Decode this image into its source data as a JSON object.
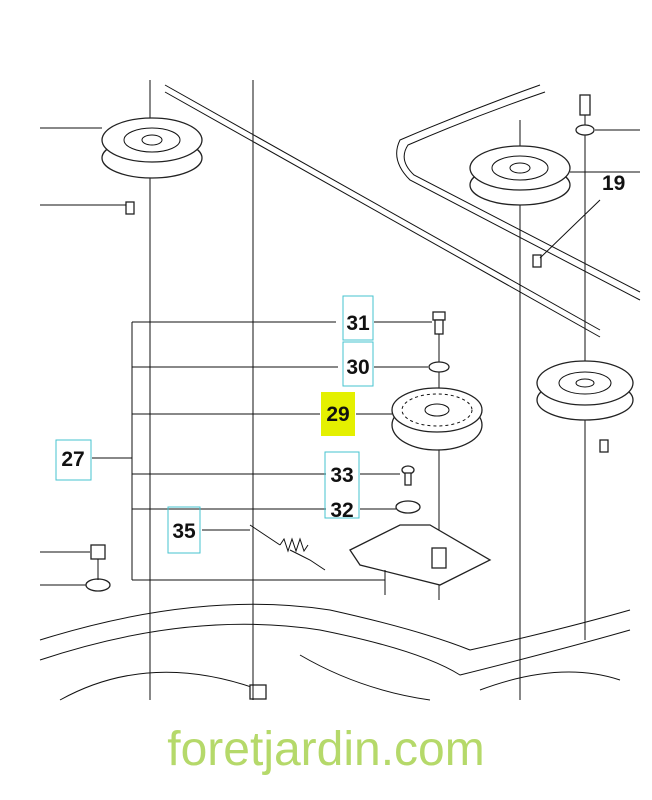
{
  "diagram": {
    "callouts": [
      {
        "id": "31",
        "label": "31",
        "highlighted": false
      },
      {
        "id": "30",
        "label": "30",
        "highlighted": false
      },
      {
        "id": "29",
        "label": "29",
        "highlighted": true
      },
      {
        "id": "27",
        "label": "27",
        "highlighted": false
      },
      {
        "id": "33",
        "label": "33",
        "highlighted": false
      },
      {
        "id": "32",
        "label": "32",
        "highlighted": false
      },
      {
        "id": "35",
        "label": "35",
        "highlighted": false
      },
      {
        "id": "19",
        "label": "19",
        "highlighted": false
      }
    ],
    "watermark": "foretjardin.com",
    "colors": {
      "highlight": "#e4f000",
      "box_border": "#46c3cf",
      "watermark_green": "#b5d96a",
      "watermark_orange": "#f4c07a",
      "watermark_grey": "#b8b0a4"
    }
  }
}
